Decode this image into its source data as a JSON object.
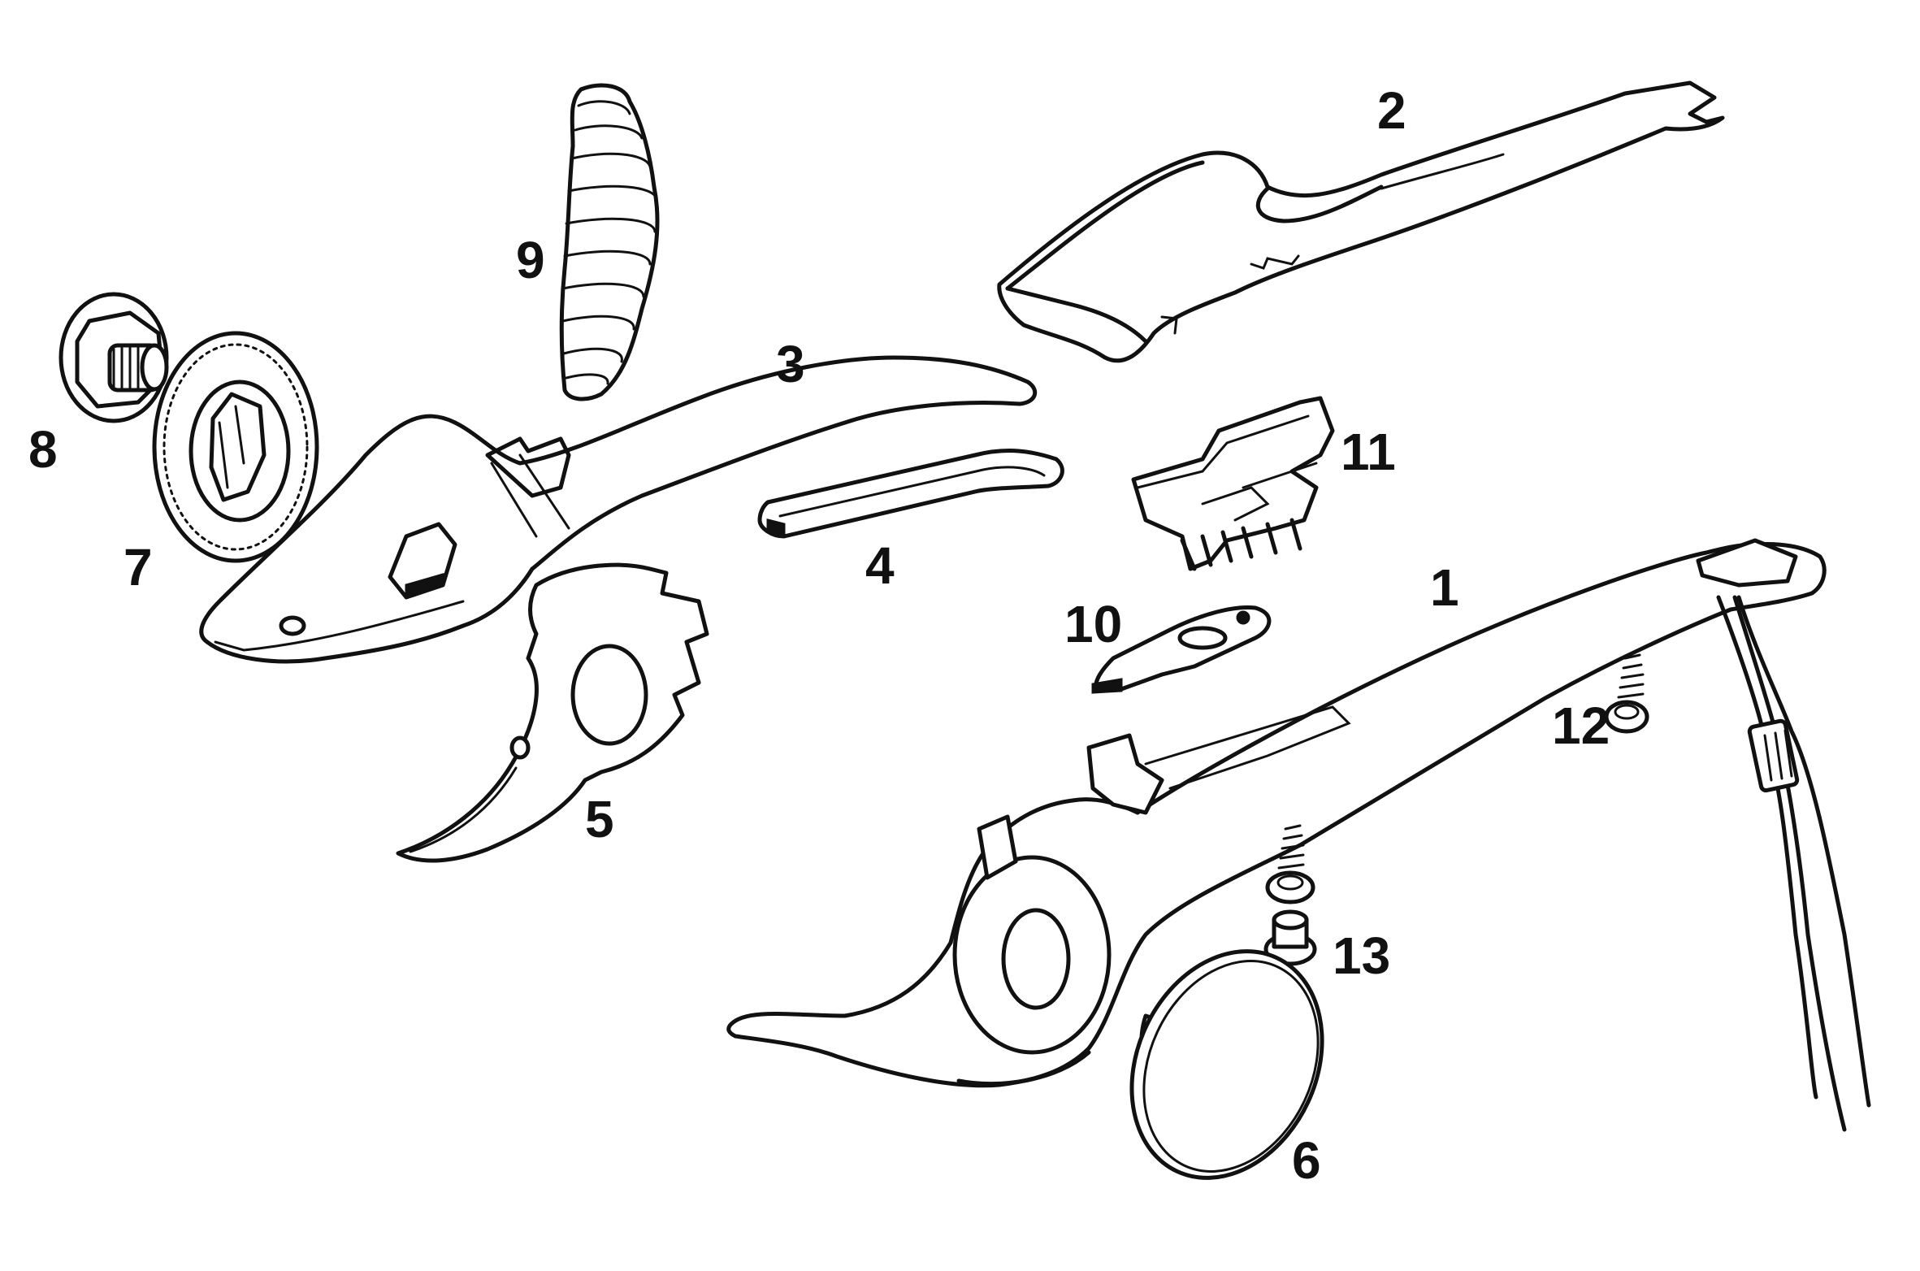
{
  "diagram": {
    "colors": {
      "line": "#111111",
      "paper": "#ffffff"
    },
    "parts": [
      {
        "id": "p1",
        "label": "1"
      },
      {
        "id": "p2",
        "label": "2"
      },
      {
        "id": "p3",
        "label": "3"
      },
      {
        "id": "p4",
        "label": "4"
      },
      {
        "id": "p5",
        "label": "5"
      },
      {
        "id": "p6",
        "label": "6"
      },
      {
        "id": "p7",
        "label": "7"
      },
      {
        "id": "p8",
        "label": "8"
      },
      {
        "id": "p9",
        "label": "9"
      },
      {
        "id": "p10",
        "label": "10"
      },
      {
        "id": "p11",
        "label": "11"
      },
      {
        "id": "p12",
        "label": "12"
      },
      {
        "id": "p13",
        "label": "13"
      }
    ]
  }
}
